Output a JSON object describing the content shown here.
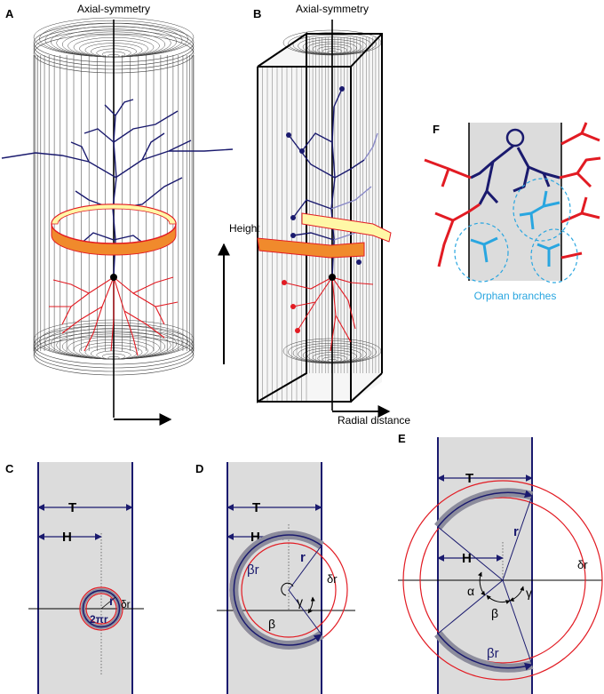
{
  "panels": {
    "a": "A",
    "b": "B",
    "c": "C",
    "d": "D",
    "e": "E",
    "f": "F"
  },
  "labels": {
    "axial_a": "Axial-symmetry",
    "axial_b": "Axial-symmetry",
    "height": "Height",
    "radial": "Radial distance",
    "orphan": "Orphan branches"
  },
  "symbols": {
    "T": "T",
    "H": "H",
    "r": "r",
    "delta_r": "δr",
    "two_pi_r": "2πr",
    "beta_r": "βr",
    "beta": "β",
    "gamma": "γ",
    "alpha": "α"
  },
  "colors": {
    "navy": "#1a1a6e",
    "red": "#e21b23",
    "light_blue": "#29a6e0",
    "gray_fill": "#dcdcdc",
    "ring_gray": "#8c8c9c",
    "yellow": "#fff7a6",
    "orange": "#f08a2c"
  }
}
